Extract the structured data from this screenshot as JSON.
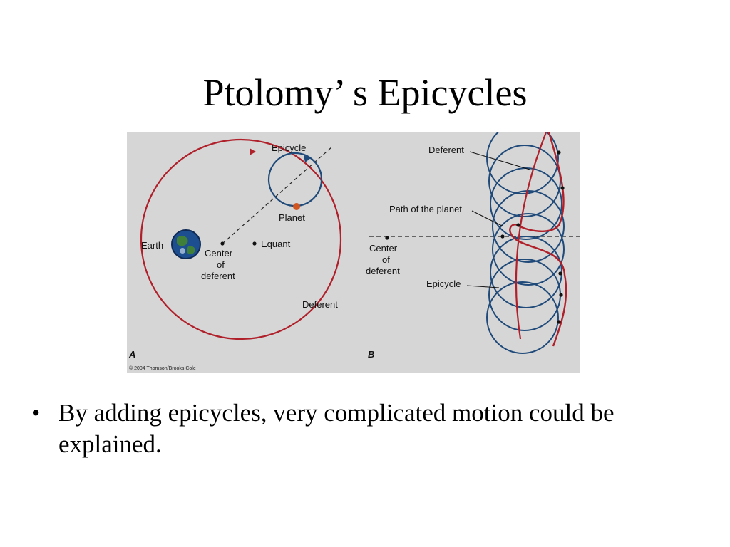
{
  "slide": {
    "title": "Ptolomy’ s Epicycles",
    "bullets": [
      {
        "marker": "•",
        "text": "By adding epicycles, very complicated motion could be explained."
      }
    ]
  },
  "figure": {
    "panel_a": {
      "letter": "A",
      "labels": {
        "epicycle": "Epicycle",
        "planet": "Planet",
        "earth": "Earth",
        "center_line1": "Center",
        "center_line2": "of",
        "center_line3": "deferent",
        "equant": "Equant",
        "deferent": "Deferent"
      },
      "credit": "© 2004 Thomson/Brooks Cole"
    },
    "panel_b": {
      "letter": "B",
      "labels": {
        "deferent": "Deferent",
        "path": "Path of the planet",
        "center_line1": "Center",
        "center_line2": "of",
        "center_line3": "deferent",
        "epicycle": "Epicycle"
      }
    },
    "colors": {
      "background": "#d6d6d6",
      "deferent_red": "#b0202a",
      "epicycle_blue": "#1f4a7a",
      "planet_orange": "#d2541f"
    }
  }
}
